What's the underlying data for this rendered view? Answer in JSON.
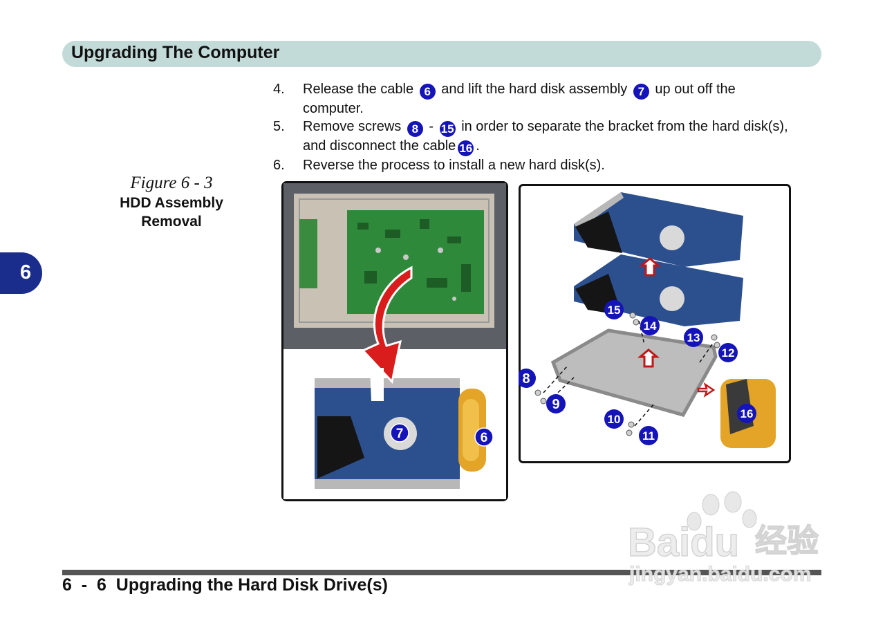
{
  "header": {
    "title": "Upgrading The Computer"
  },
  "chapter_tab": {
    "number": "6"
  },
  "steps": [
    {
      "num": "4.",
      "parts": [
        "Release the cable",
        "and lift the hard disk assembly",
        "up out off the computer."
      ],
      "callouts": [
        "6",
        "7"
      ]
    },
    {
      "num": "5.",
      "parts": [
        "Remove screws",
        "-",
        "in order to separate the bracket from the hard disk(s), and disconnect the cable",
        "."
      ],
      "callouts": [
        "8",
        "15",
        "16"
      ]
    },
    {
      "num": "6.",
      "text": "Reverse the process to install a new hard disk(s)."
    }
  ],
  "figure": {
    "number": "Figure 6 - 3",
    "title_line1": "HDD Assembly",
    "title_line2": "Removal"
  },
  "illustration_callouts": {
    "left": [
      "6",
      "7"
    ],
    "right": [
      "8",
      "9",
      "10",
      "11",
      "12",
      "13",
      "14",
      "15",
      "16"
    ]
  },
  "footer": {
    "text": "6  -  6  Upgrading the Hard Disk Drive(s)"
  },
  "watermark": {
    "brand": "Baidu",
    "cn": "经验",
    "url": "jingyan.baidu.com"
  },
  "colors": {
    "header_bar": "#c2dbd8",
    "chapter_tab": "#1b2d8c",
    "callout": "#1414b8",
    "arrow_red": "#d91c1c"
  }
}
